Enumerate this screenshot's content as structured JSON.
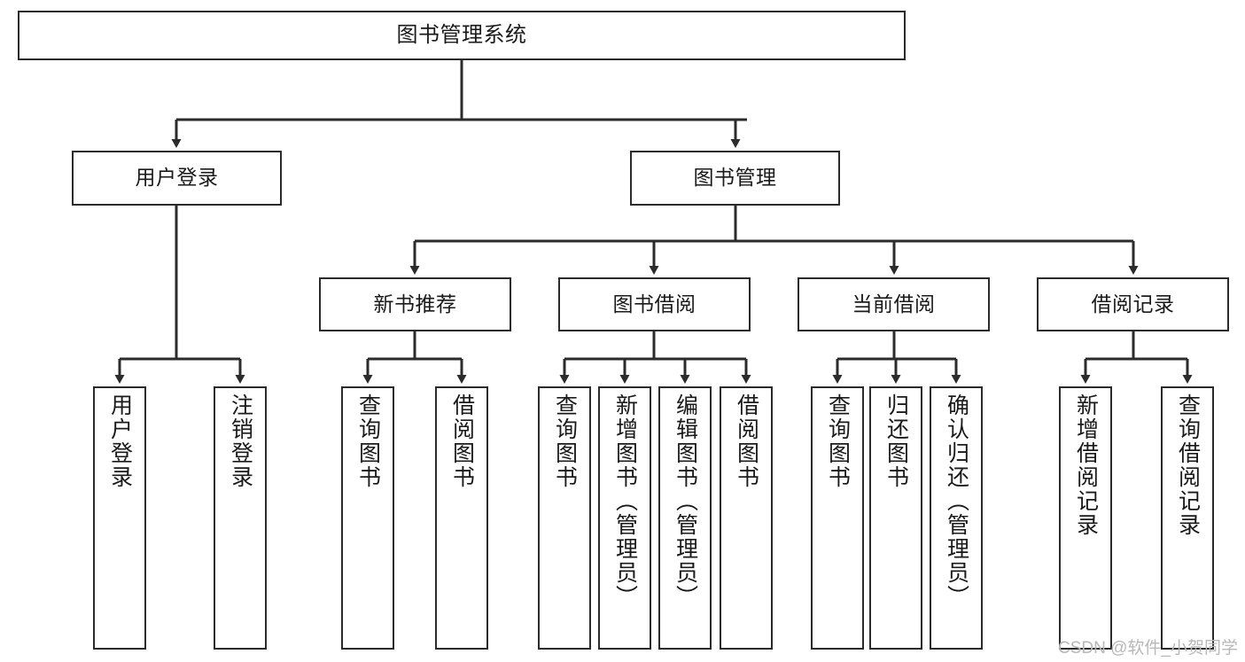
{
  "diagram": {
    "title": "图书管理系统",
    "type": "tree",
    "colors": {
      "box_border": "#2b2b2b",
      "box_fill": "#ffffff",
      "connector": "#2b2b2b",
      "text": "#1a1a1a",
      "watermark": "#b8b8b8",
      "background": "#ffffff"
    }
  },
  "watermark": {
    "text": "CSDN @软件_小贺同学"
  },
  "nodes": {
    "root": {
      "label": "图书管理系统"
    },
    "level2": [
      {
        "id": "user-login",
        "label": "用户登录"
      },
      {
        "id": "book-management",
        "label": "图书管理"
      }
    ],
    "level3": [
      {
        "id": "new-book-recommend",
        "label": "新书推荐"
      },
      {
        "id": "book-borrow",
        "label": "图书借阅"
      },
      {
        "id": "current-borrow",
        "label": "当前借阅"
      },
      {
        "id": "borrow-record",
        "label": "借阅记录"
      }
    ],
    "leaves": {
      "user-login": [
        {
          "id": "leaf-user-login",
          "label": "用户登录"
        },
        {
          "id": "leaf-logout-login",
          "label": "注销登录"
        }
      ],
      "new-book-recommend": [
        {
          "id": "leaf-query-book-1",
          "label": "查询图书"
        },
        {
          "id": "leaf-borrow-book-1",
          "label": "借阅图书"
        }
      ],
      "book-borrow": [
        {
          "id": "leaf-query-book-2",
          "label": "查询图书"
        },
        {
          "id": "leaf-add-book",
          "label": "新增图书（管理员）"
        },
        {
          "id": "leaf-edit-book",
          "label": "编辑图书（管理员）"
        },
        {
          "id": "leaf-borrow-book-2",
          "label": "借阅图书"
        }
      ],
      "current-borrow": [
        {
          "id": "leaf-query-book-3",
          "label": "查询图书"
        },
        {
          "id": "leaf-return-book",
          "label": "归还图书"
        },
        {
          "id": "leaf-confirm-return",
          "label": "确认归还（管理员）"
        }
      ],
      "borrow-record": [
        {
          "id": "leaf-add-record",
          "label": "新增借阅记录"
        },
        {
          "id": "leaf-query-record",
          "label": "查询借阅记录"
        }
      ]
    }
  }
}
